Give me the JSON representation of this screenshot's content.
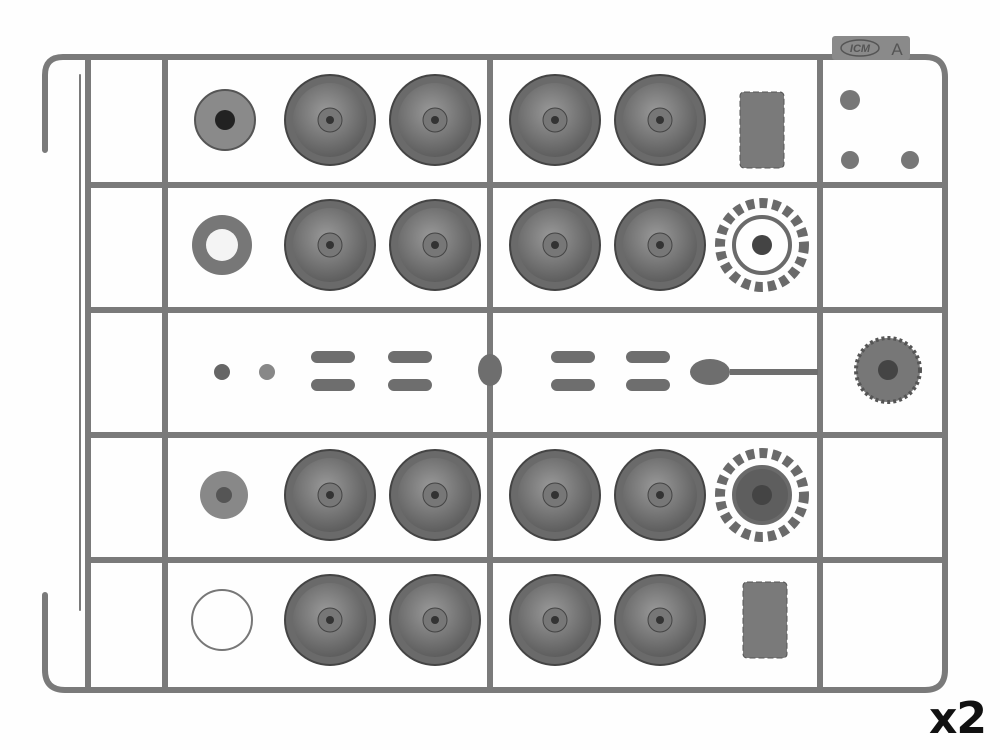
{
  "sprue": {
    "logo": "ICM",
    "part_letter": "A",
    "multiplier": "x2",
    "plastic_color": "#8a8a8a",
    "runner_color": "#7a7a7a"
  }
}
